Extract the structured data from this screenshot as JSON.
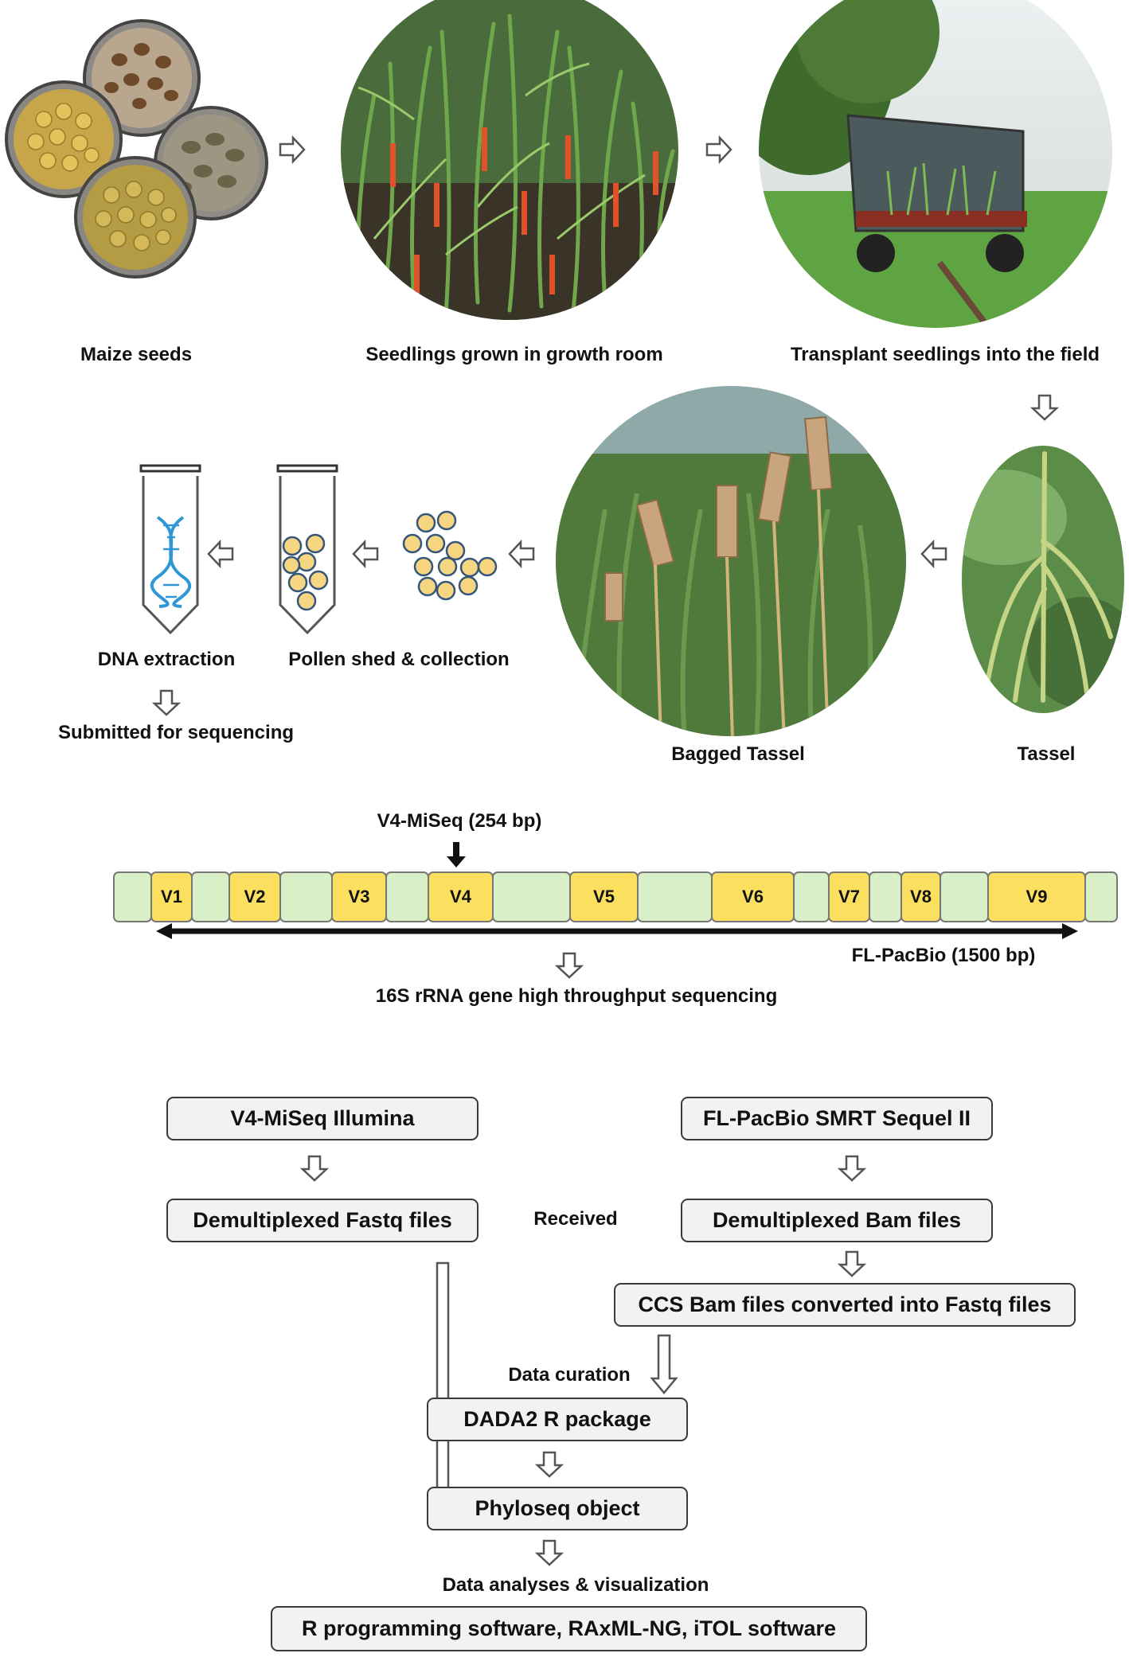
{
  "photos": {
    "seeds_caption": "Maize seeds",
    "seedlings_caption": "Seedlings grown in growth room",
    "transplant_caption": "Transplant seedlings into the field",
    "tassel_caption": "Tassel",
    "bagged_caption": "Bagged Tassel",
    "pollen_caption": "Pollen shed & collection",
    "dna_caption": "DNA extraction",
    "submitted_caption": "Submitted for sequencing"
  },
  "gene_map": {
    "v4_label": "V4-MiSeq (254 bp)",
    "fl_label": "FL-PacBio (1500 bp)",
    "regions": [
      "V1",
      "V2",
      "V3",
      "V4",
      "V5",
      "V6",
      "V7",
      "V8",
      "V9"
    ],
    "caption": "16S rRNA gene high throughput sequencing",
    "colors": {
      "variable": "#fbe05f",
      "conserved": "#d8efc8"
    }
  },
  "pipeline": {
    "left_platform": "V4-MiSeq Illumina",
    "right_platform": "FL-PacBio SMRT Sequel II",
    "left_files": "Demultiplexed Fastq files",
    "right_files": "Demultiplexed Bam files",
    "received": "Received",
    "ccs": "CCS Bam files converted into Fastq files",
    "curation": "Data curation",
    "dada2": "DADA2 R package",
    "phyloseq": "Phyloseq object",
    "analyses": "Data analyses & visualization",
    "software": "R programming software, RAxML-NG, iTOL software"
  }
}
